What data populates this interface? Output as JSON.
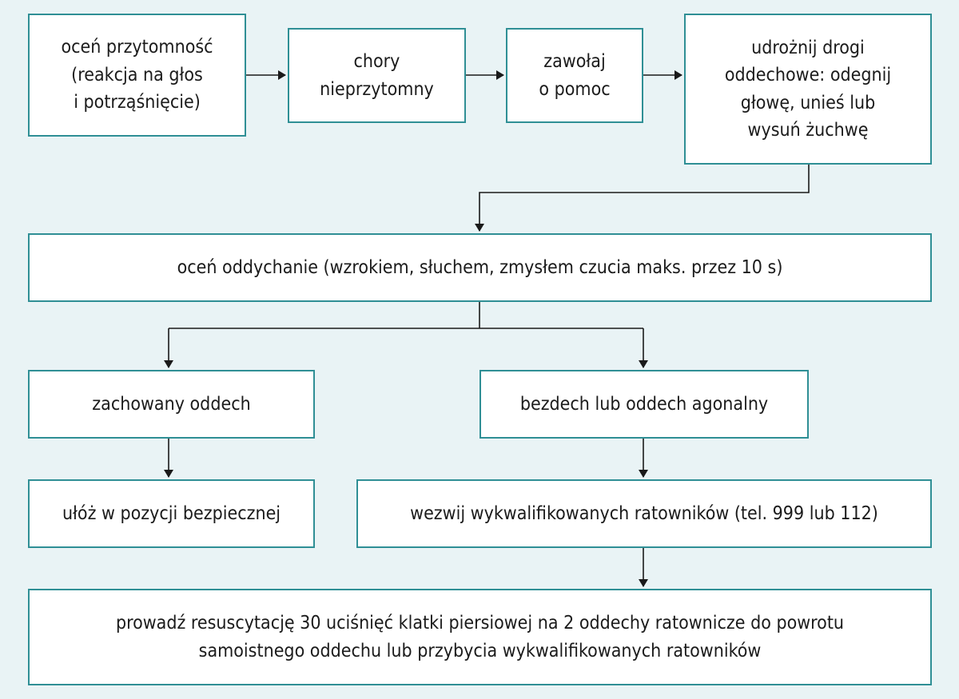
{
  "colors": {
    "background": "#e9f3f5",
    "box_fill": "#ffffff",
    "box_border": "#2f8f95",
    "connector": "#1a1a1a",
    "text": "#1b1b1b"
  },
  "steps": {
    "assess_consciousness": "oceń przytomność\n(reakcja na głos\ni potrząśnięcie)",
    "unconscious": "chory\nnieprzytomny",
    "call_for_help": "zawołaj\no pomoc",
    "open_airway": "udrożnij drogi\noddechowe: odegnij\ngłowę, unieś lub\nwysuń żuchwę",
    "assess_breathing": "oceń oddychanie (wzrokiem, słuchem, zmysłem czucia maks. przez 10 s)",
    "breathing_present": "zachowany oddech",
    "no_breathing": "bezdech lub oddech agonalny",
    "recovery_position": "ułóż w pozycji bezpiecznej",
    "call_rescuers": "wezwij wykwalifikowanych ratowników (tel. 999 lub 112)",
    "cpr": "prowadź resuscytację 30 uciśnięć klatki piersiowej na 2 oddechy ratownicze do powrotu\nsamoistnego oddechu lub przybycia wykwalifikowanych ratowników"
  }
}
